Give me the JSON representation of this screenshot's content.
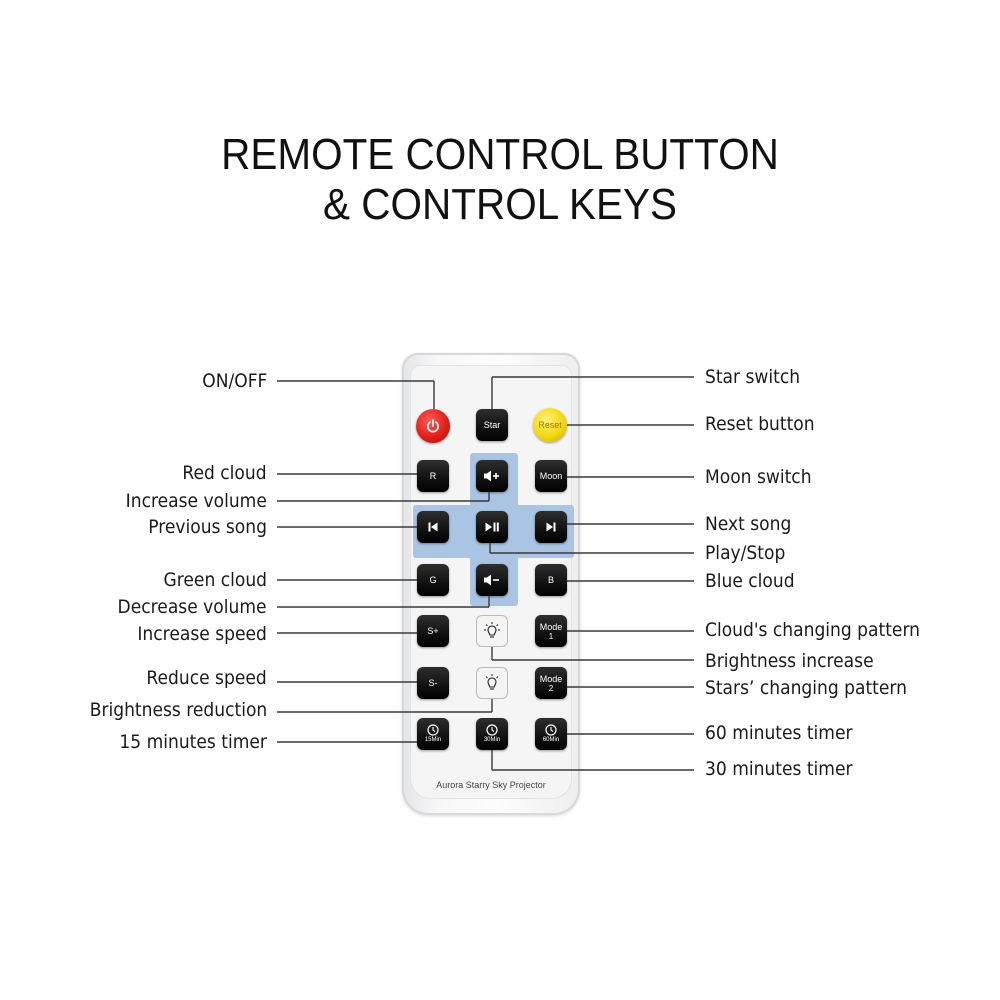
{
  "title": {
    "line1": "REMOTE CONTROL BUTTON",
    "line2": "& CONTROL KEYS"
  },
  "remote": {
    "brand": "Aurora Starry Sky Projector",
    "buttons": {
      "power": "power-icon",
      "star": "Star",
      "reset": "Reset",
      "r": "R",
      "volume_up": "volume-up-icon",
      "moon": "Moon",
      "previous": "previous-icon",
      "play_pause": "play-pause-icon",
      "next": "next-icon",
      "g": "G",
      "volume_down": "volume-down-icon",
      "b": "B",
      "s_plus": "S+",
      "bright_up": "bulb-icon",
      "mode1": "Mode",
      "mode1_num": "1",
      "s_minus": "S-",
      "bright_down": "bulb-icon",
      "mode2": "Mode",
      "mode2_num": "2",
      "t15": "15Min",
      "t30": "30Min",
      "t60": "60Min"
    }
  },
  "labels": {
    "on_off": "ON/OFF",
    "red_cloud": "Red cloud",
    "increase_volume": "Increase volume",
    "previous_song": "Previous song",
    "green_cloud": "Green cloud",
    "decrease_volume": "Decrease volume",
    "increase_speed": "Increase speed",
    "reduce_speed": "Reduce speed",
    "brightness_reduction": "Brightness reduction",
    "timer_15": "15 minutes timer",
    "star_switch": "Star switch",
    "reset_button": "Reset button",
    "moon_switch": "Moon switch",
    "next_song": "Next song",
    "play_stop": "Play/Stop",
    "blue_cloud": "Blue cloud",
    "cloud_pattern": "Cloud's changing pattern",
    "brightness_increase": "Brightness increase",
    "stars_pattern": "Stars’  changing pattern",
    "timer_60": "60 minutes timer",
    "timer_30": "30 minutes timer"
  },
  "colors": {
    "power_button": "#e0201a",
    "reset_button": "#f3d90f",
    "dpad_highlight": "#a9c5e3",
    "button_body": "#111111"
  }
}
